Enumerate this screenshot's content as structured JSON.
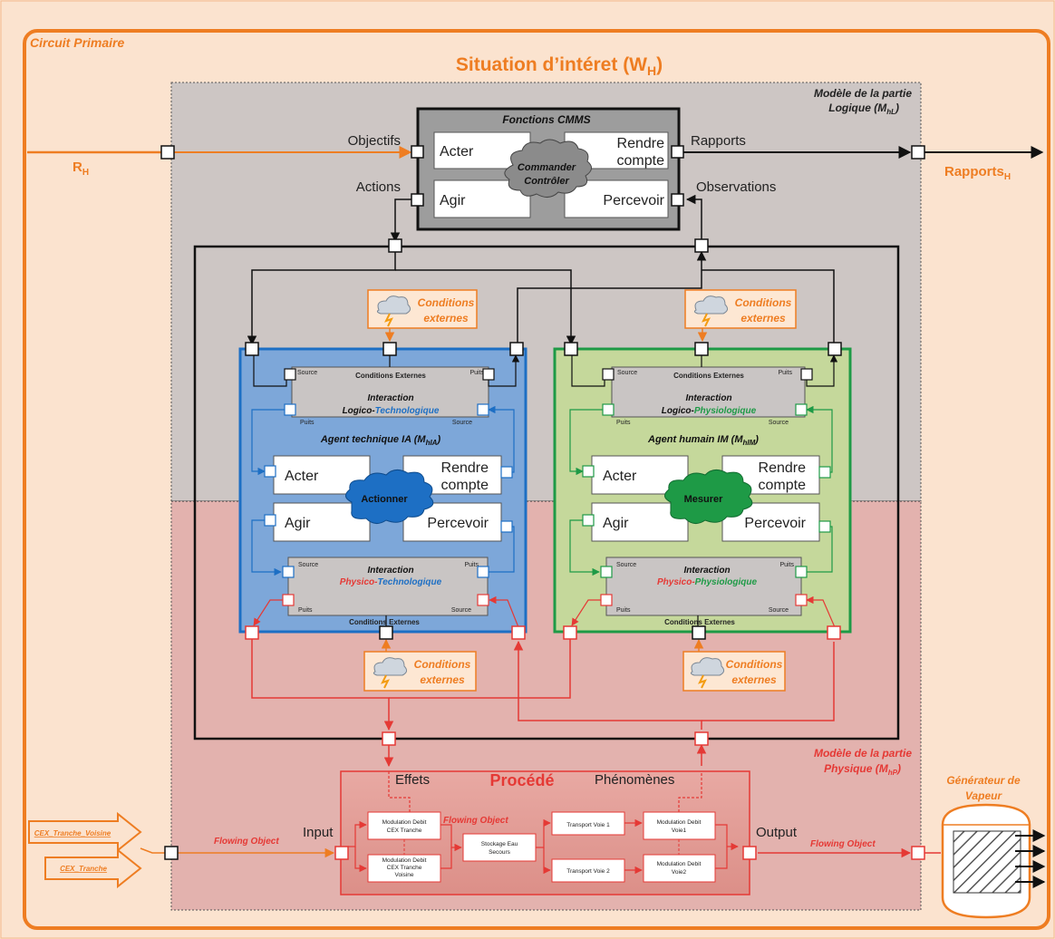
{
  "outer": {
    "circuit_label": "Circuit Primaire",
    "title_main": "Situation d’intéret (W",
    "title_sub": "H",
    "title_close": ")"
  },
  "logic_model": {
    "line1": "Modèle de la partie",
    "line2": "Logique (M",
    "sub": "hL",
    "close": ")"
  },
  "physical_model": {
    "line1": "Modèle de la partie",
    "line2": "Physique (M",
    "sub": "hP",
    "close": ")"
  },
  "inputs": {
    "r_main": "R",
    "r_sub": "H",
    "rapports_main": "Rapports",
    "rapports_sub": "H"
  },
  "cmms": {
    "title": "Fonctions CMMS",
    "objectifs": "Objectifs",
    "rapports": "Rapports",
    "actions": "Actions",
    "observations": "Observations",
    "acter": "Acter",
    "rendre1": "Rendre",
    "rendre2": "compte",
    "agir": "Agir",
    "percevoir": "Percevoir",
    "cloud1": "Commander",
    "cloud2": "Contrôler"
  },
  "conditions": {
    "line1": "Conditions",
    "line2": "externes"
  },
  "agent_ia": {
    "title_main": "Agent technique IA (M",
    "title_sub": "hIA",
    "title_close": ")",
    "cloud": "Actionner",
    "top_int_title": "Interaction",
    "top_int_a": "Logico-",
    "top_int_b": "Technologique",
    "bot_int_title": "Interaction",
    "bot_int_a": "Physico-",
    "bot_int_b": "Technologique"
  },
  "agent_im": {
    "title_main": "Agent humain IM (M",
    "title_sub": "hIM",
    "title_close": ")",
    "cloud": "Mesurer",
    "top_int_title": "Interaction",
    "top_int_a": "Logico-",
    "top_int_b": "Physiologique",
    "bot_int_title": "Interaction",
    "bot_int_a": "Physico-",
    "bot_int_b": "Physiologique"
  },
  "interaction_labels": {
    "source": "Source",
    "puits": "Puits",
    "cond_ext": "Conditions Externes"
  },
  "agent_boxes": {
    "acter": "Acter",
    "rendre1": "Rendre",
    "rendre2": "compte",
    "agir": "Agir",
    "percevoir": "Percevoir"
  },
  "procede": {
    "title": "Procédé",
    "effets": "Effets",
    "phenomenes": "Phénomènes",
    "input": "Input",
    "output": "Output",
    "flowing_object": "Flowing Object",
    "box1a": "Modulation Debit",
    "box1b": "CEX Tranche",
    "box2a": "Modulation Debit",
    "box2b": "CEX Tranche",
    "box2c": "Voisine",
    "box3a": "Stockage Eau",
    "box3b": "Secours",
    "box4": "Transport Voie 1",
    "box5": "Transport Voie 2",
    "box6a": "Modulation Debit",
    "box6b": "Voie1",
    "box7a": "Modulation Debit",
    "box7b": "Voie2"
  },
  "left_inputs": {
    "voisine": "CEX_Tranche_Voisine",
    "tranche": "CEX_Tranche",
    "flowing_object": "Flowing Object"
  },
  "generator": {
    "line1": "Générateur de",
    "line2": "Vapeur",
    "flowing_object": "Flowing Object"
  },
  "colors": {
    "orange": "#ee7d22",
    "red": "#e53935",
    "blue": "#1d6fc4",
    "green": "#1e9a46",
    "ia_fill": "#7da7d9",
    "im_fill": "#c5d89b",
    "outer_fill": "#fbe3cf",
    "logic_fill": "#cdc6c4",
    "physical_fill": "#e3b2ae"
  }
}
